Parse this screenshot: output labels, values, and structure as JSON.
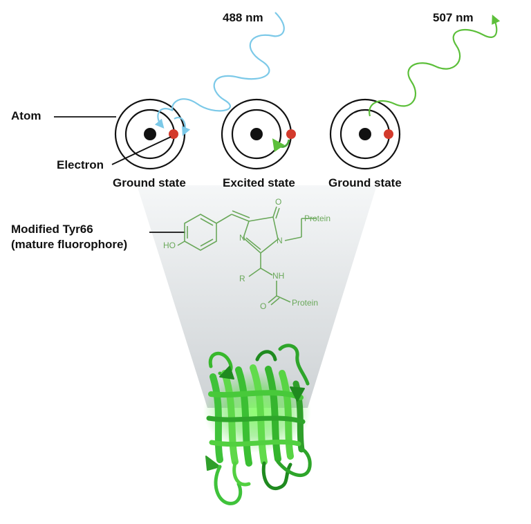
{
  "labels": {
    "wavelength_in": "488 nm",
    "wavelength_out": "507 nm",
    "atom": "Atom",
    "electron": "Electron",
    "state_1": "Ground state",
    "state_2": "Excited state",
    "state_3": "Ground state",
    "fluorophore_line1": "Modified Tyr66",
    "fluorophore_line2": "(mature fluorophore)"
  },
  "structure": {
    "protein_top": "Protein",
    "protein_bottom": "Protein",
    "oxygen_top": "O",
    "oxygen_bottom": "O",
    "nitrogen_ring": "N",
    "nitrogen_chain": "N",
    "nh": "NH",
    "r_group": "R",
    "hydroxyl": "HO"
  },
  "colors": {
    "blue_wave": "#7cc9e8",
    "green_wave": "#5cbf3a",
    "electron": "#d33a2c",
    "nucleus": "#111111",
    "chemistry": "#6aa85a",
    "protein_light": "#4fce3b",
    "protein_dark": "#1f8a1f"
  }
}
